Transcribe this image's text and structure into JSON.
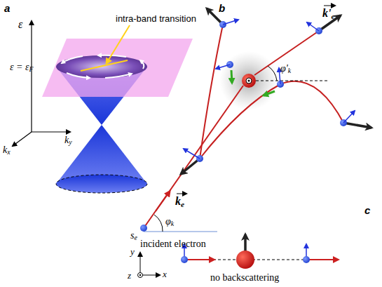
{
  "diagram": {
    "labels": [
      "a",
      "ε",
      "ε = εF",
      "intra-band transition",
      "kx",
      "ky",
      "b",
      "k'e",
      "φ'k",
      "ke",
      "φk",
      "se",
      "incident electron",
      "c",
      "y",
      "x",
      "z",
      "no backscattering"
    ]
  }
}
